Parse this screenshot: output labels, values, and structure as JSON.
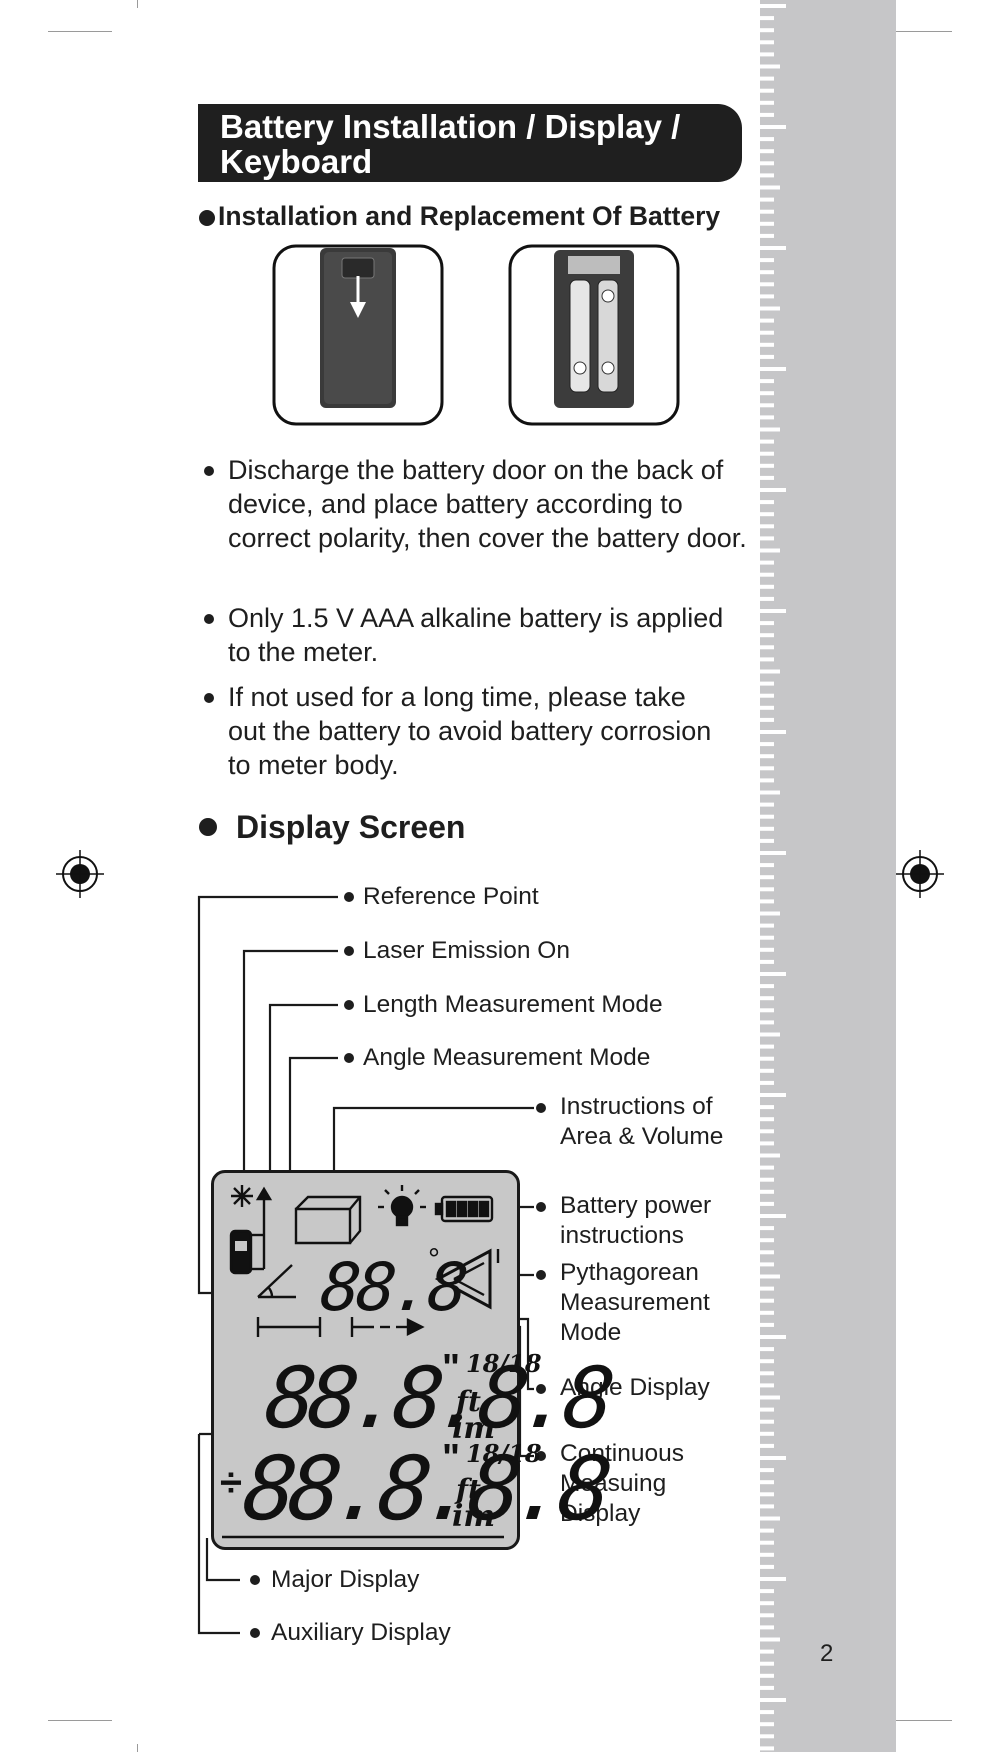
{
  "section_title": {
    "line1": "Battery Installation / Display /",
    "line2": "Keyboard"
  },
  "battery_section": {
    "heading": "Installation and Replacement Of Battery",
    "paragraphs": [
      "Discharge the battery door on the back of device, and place battery according to correct polarity, then cover the battery door.",
      "Only 1.5 V AAA alkaline battery is applied to the meter.",
      "If not used for a long time, please take out the battery to avoid battery corrosion to meter body."
    ]
  },
  "display_section": {
    "heading": "Display Screen",
    "left_labels": [
      "Reference Point",
      "Laser Emission On",
      "Length Measurement Mode",
      "Angle Measurement Mode"
    ],
    "right_labels": [
      "Instructions of Area & Volume",
      "Battery power instructions",
      "Pythagorean Measurement Mode",
      "Angle Display",
      "Continuous Measuing Display"
    ],
    "bottom_labels": [
      "Major Display",
      "Auxiliary Display"
    ],
    "lcd": {
      "angle_digits": "88.8",
      "degree": "°",
      "main_digits": "88.8.8.8",
      "aux_sign": "÷",
      "aux_digits": "88.8.8.8",
      "inch_mark": "\"",
      "fraction": "18/18",
      "unit_ft": "ft",
      "unit_im": "im"
    }
  },
  "page_number": "2"
}
